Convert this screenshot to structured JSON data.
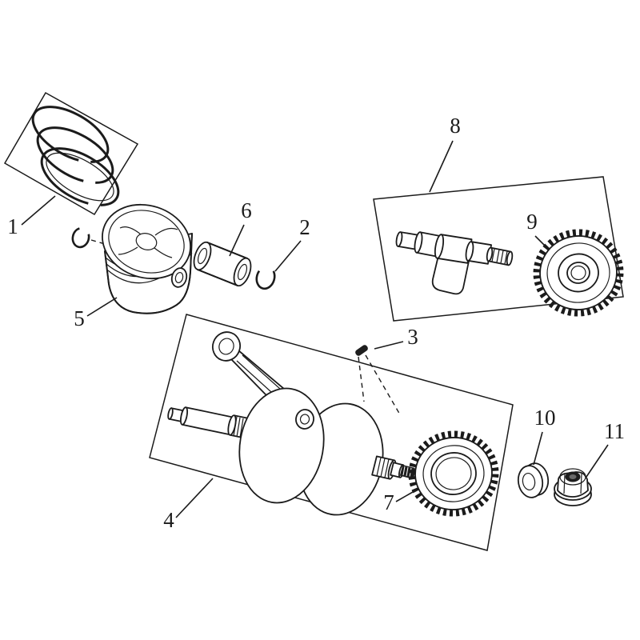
{
  "diagram": {
    "background": "#ffffff",
    "line_color": "#1b1b1b",
    "callouts": {
      "n1": "1",
      "n2": "2",
      "n3": "3",
      "n4": "4",
      "n5": "5",
      "n6": "6",
      "n7": "7",
      "n8": "8",
      "n9": "9",
      "n10": "10",
      "n11": "11"
    }
  }
}
